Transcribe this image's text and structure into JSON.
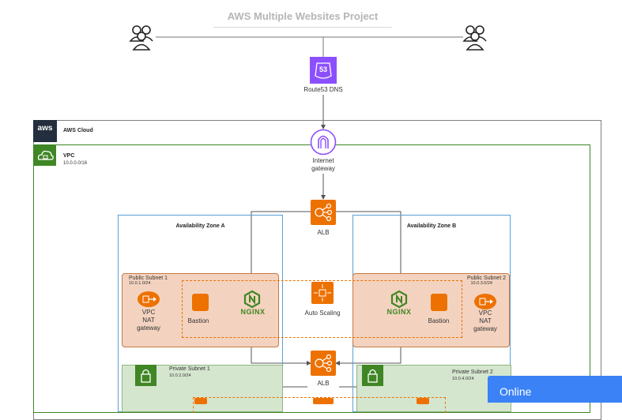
{
  "diagram": {
    "title": "AWS Multiple Websites Project",
    "route53_label": "Route53 DNS",
    "route53_icon_text": "53",
    "aws_cloud_label": "AWS Cloud",
    "aws_badge_text": "aws",
    "vpc_label": "VPC",
    "vpc_cidr": "10.0.0.0/16",
    "igw_label_1": "Internet",
    "igw_label_2": "gateway",
    "alb_top_label": "ALB",
    "alb_bottom_label": "ALB",
    "az_a_label": "Availability Zone A",
    "az_b_label": "Availability Zone B",
    "public_subnet_1": {
      "name": "Public Subnet 1",
      "cidr": "10.0.1.0/24"
    },
    "public_subnet_2": {
      "name": "Public Subnet 2",
      "cidr": "10.0.3.0/24"
    },
    "private_subnet_1": {
      "name": "Private Subnet 1",
      "cidr": "10.0.2.0/24"
    },
    "private_subnet_2": {
      "name": "Private Subnet 2",
      "cidr": "10.0.4.0/24"
    },
    "nat_label_1": "VPC",
    "nat_label_2": "NAT",
    "nat_label_3": "gateway",
    "bastion_label": "Bastion",
    "nginx_text": "NGINX",
    "auto_scaling_label": "Auto Scaling"
  },
  "widget": {
    "online_label": "Online"
  },
  "colors": {
    "orange": "#ed7100",
    "purple": "#8c4fff",
    "green": "#3f8624",
    "blue_az": "#5a9fd4",
    "nginx_green": "#3f8624",
    "online_blue": "#3b82f6"
  },
  "icons": [
    "users-icon",
    "route53-icon",
    "internet-gateway-icon",
    "alb-icon",
    "nat-gateway-icon",
    "bastion-icon",
    "nginx-icon",
    "auto-scaling-icon",
    "lock-icon",
    "cloud-icon"
  ]
}
